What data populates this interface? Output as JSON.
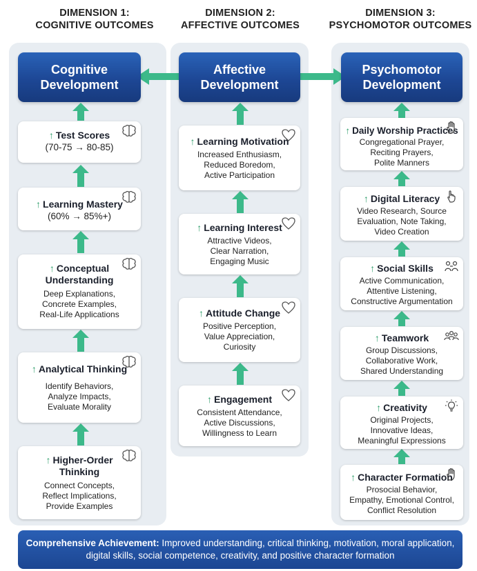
{
  "dimensions": [
    {
      "line1": "DIMENSION 1:",
      "line2": "COGNITIVE OUTCOMES"
    },
    {
      "line1": "DIMENSION 2:",
      "line2": "AFFECTIVE OUTCOMES"
    },
    {
      "line1": "DIMENSION 3:",
      "line2": "PSYCHOMOTOR OUTCOMES"
    }
  ],
  "headers": {
    "cognitive": {
      "line1": "Cognitive",
      "line2": "Development"
    },
    "affective": {
      "line1": "Affective",
      "line2": "Development"
    },
    "psychomotor": {
      "line1": "Psychomotor",
      "line2": "Development"
    }
  },
  "arrow_glyph": "↑",
  "cognitive_cards": [
    {
      "title": "Test Scores",
      "lines": [
        "(70-75 → 80-85)"
      ],
      "icon": "brain-icon"
    },
    {
      "title": "Learning Mastery",
      "lines": [
        "(60% → 85%+)"
      ],
      "icon": "brain-icon"
    },
    {
      "title": "Conceptual",
      "title2": "Understanding",
      "lines": [
        "Deep Explanations,",
        "Concrete Examples,",
        "Real-Life Applications"
      ],
      "icon": "brain-icon"
    },
    {
      "title": "Analytical Thinking",
      "lines": [
        "Identify Behaviors,",
        "Analyze Impacts,",
        "Evaluate Morality"
      ],
      "icon": "brain-icon"
    },
    {
      "title": "Higher-Order",
      "title2": "Thinking",
      "lines": [
        "Connect Concepts,",
        "Reflect Implications,",
        "Provide Examples"
      ],
      "icon": "brain-icon"
    }
  ],
  "affective_cards": [
    {
      "title": "Learning Motivation",
      "lines": [
        "Increased Enthusiasm,",
        "Reduced Boredom,",
        "Active Participation"
      ],
      "icon": "heart-icon"
    },
    {
      "title": "Learning Interest",
      "lines": [
        "Attractive Videos,",
        "Clear Narration,",
        "Engaging Music"
      ],
      "icon": "heart-icon"
    },
    {
      "title": "Attitude Change",
      "lines": [
        "Positive Perception,",
        "Value Appreciation,",
        "Curiosity"
      ],
      "icon": "heart-icon"
    },
    {
      "title": "Engagement",
      "lines": [
        "Consistent Attendance,",
        "Active Discussions,",
        "Willingness to Learn"
      ],
      "icon": "heart-icon"
    }
  ],
  "psychomotor_cards": [
    {
      "title": "Daily Worship Practices",
      "lines": [
        "Congregational Prayer,",
        "Reciting Prayers,",
        "Polite Manners"
      ],
      "icon": "hand-icon"
    },
    {
      "title": "Digital Literacy",
      "lines": [
        "Video Research, Source",
        "Evaluation, Note Taking,",
        "Video Creation"
      ],
      "icon": "pointer-hand-icon"
    },
    {
      "title": "Social Skills",
      "lines": [
        "Active Communication,",
        "Attentive Listening,",
        "Constructive Argumentation"
      ],
      "icon": "people-icon"
    },
    {
      "title": "Teamwork",
      "lines": [
        "Group Discussions,",
        "Collaborative Work,",
        "Shared Understanding"
      ],
      "icon": "group-icon"
    },
    {
      "title": "Creativity",
      "lines": [
        "Original Projects,",
        "Innovative Ideas,",
        "Meaningful Expressions"
      ],
      "icon": "lightbulb-icon"
    },
    {
      "title": "Character Formation",
      "lines": [
        "Prosocial Behavior,",
        "Empathy, Emotional Control,",
        "Conflict Resolution"
      ],
      "icon": "hand-icon"
    }
  ],
  "footer": {
    "label": "Comprehensive Achievement:",
    "text": "Improved understanding, critical thinking, motivation, moral application, digital skills, social competence, creativity, and positive character formation"
  },
  "colors": {
    "header_blue": "#1d4795",
    "arrow_green": "#3cb98a",
    "panel_bg": "#e8edf2",
    "up_arrow_green": "#2e9e6b"
  }
}
